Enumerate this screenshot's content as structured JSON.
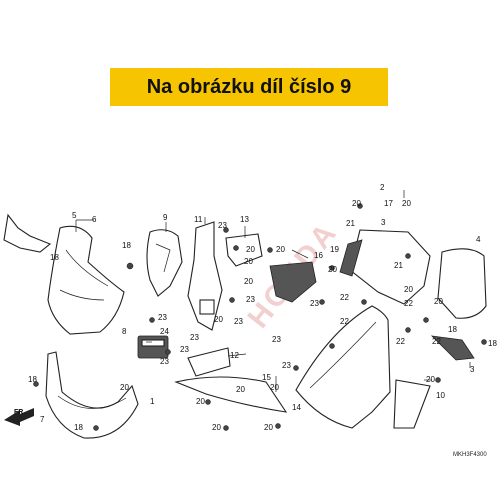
{
  "banner": {
    "text": "Na obrázku díl číslo 9",
    "color": "#f6c400"
  },
  "front_label": "FR.",
  "drawing_code": "MKH3F4300",
  "callouts": [
    "1",
    "2",
    "3",
    "4",
    "5",
    "6",
    "7",
    "8",
    "9",
    "10",
    "11",
    "12",
    "13",
    "14",
    "15",
    "16",
    "17",
    "18",
    "19",
    "20",
    "21",
    "22",
    "23",
    "24"
  ],
  "logo": {
    "text": "HONDA"
  }
}
